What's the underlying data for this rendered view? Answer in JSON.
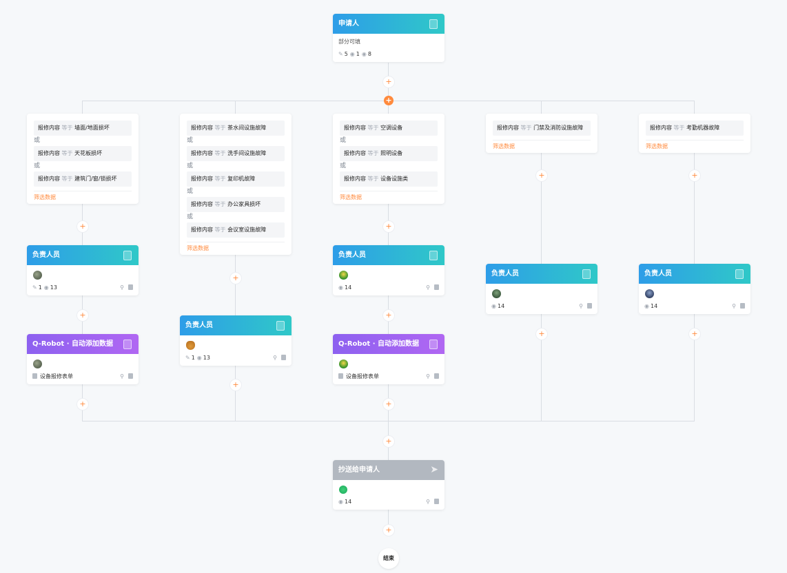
{
  "applicant": {
    "title": "申请人",
    "subtitle": "部分可填",
    "edit": "5",
    "view": "1",
    "hide": "8"
  },
  "branches": [
    {
      "conditions": [
        {
          "field": "报修内容",
          "op": "等于",
          "value": "墙面/地面损坏"
        },
        {
          "field": "报修内容",
          "op": "等于",
          "value": "天花板损坏"
        },
        {
          "field": "报修内容",
          "op": "等于",
          "value": "建筑门/窗/锁损坏"
        }
      ],
      "or": "或",
      "filter": "筛选数据",
      "handler": {
        "title": "负责人员",
        "edit": "1",
        "view": "13"
      },
      "robot": {
        "title": "Q-Robot · 自动添加数据",
        "form": "设备报修表单"
      }
    },
    {
      "conditions": [
        {
          "field": "报修内容",
          "op": "等于",
          "value": "茶水间设施故障"
        },
        {
          "field": "报修内容",
          "op": "等于",
          "value": "洗手间设施故障"
        },
        {
          "field": "报修内容",
          "op": "等于",
          "value": "复印机故障"
        },
        {
          "field": "报修内容",
          "op": "等于",
          "value": "办公家具损坏"
        },
        {
          "field": "报修内容",
          "op": "等于",
          "value": "会议室设施故障"
        }
      ],
      "or": "或",
      "filter": "筛选数据",
      "handler": {
        "title": "负责人员",
        "edit": "1",
        "view": "13"
      }
    },
    {
      "conditions": [
        {
          "field": "报修内容",
          "op": "等于",
          "value": "空调设备"
        },
        {
          "field": "报修内容",
          "op": "等于",
          "value": "照明设备"
        },
        {
          "field": "报修内容",
          "op": "等于",
          "value": "设备设施类"
        }
      ],
      "or": "或",
      "filter": "筛选数据",
      "handler": {
        "title": "负责人员",
        "view": "14"
      },
      "robot": {
        "title": "Q-Robot · 自动添加数据",
        "form": "设备报修表单"
      }
    },
    {
      "conditions": [
        {
          "field": "报修内容",
          "op": "等于",
          "value": "门禁及消防设施故障"
        }
      ],
      "filter": "筛选数据",
      "handler": {
        "title": "负责人员",
        "view": "14"
      }
    },
    {
      "conditions": [
        {
          "field": "报修内容",
          "op": "等于",
          "value": "考勤机器故障"
        }
      ],
      "filter": "筛选数据",
      "handler": {
        "title": "负责人员",
        "view": "14"
      }
    }
  ],
  "cc": {
    "title": "抄送给申请人",
    "view": "14"
  },
  "end": {
    "label": "结束"
  },
  "colors": {
    "accent": "#ff8a3d",
    "blue": "#2e9de8",
    "teal": "#2fc8c8",
    "purple": "#8d61f0",
    "gray": "#b2b8c0"
  },
  "icons": {
    "plus": "+",
    "edit": "✎",
    "view": "◉"
  }
}
